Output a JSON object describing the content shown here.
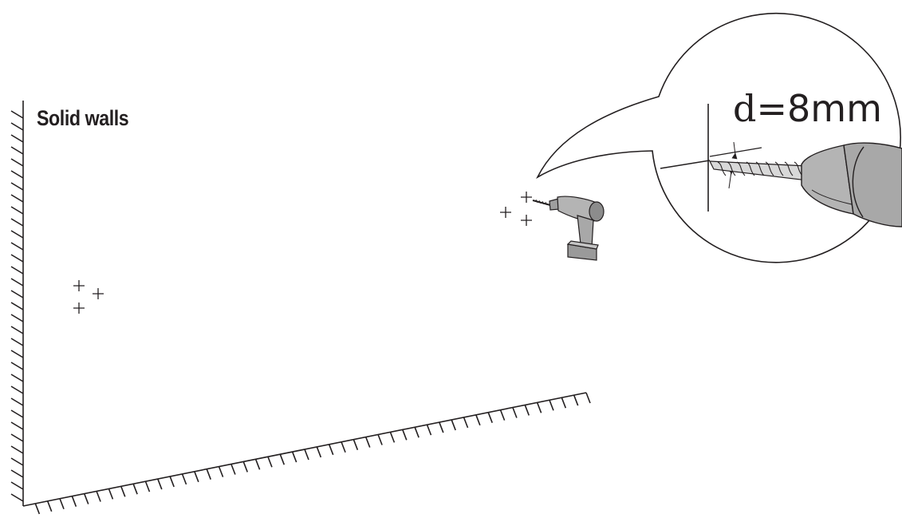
{
  "title": "Solid walls",
  "detail": {
    "diameter_symbol": "d",
    "diameter_value": "=8mm"
  },
  "icons": {
    "drill": "power-drill-icon",
    "marks": "drill-hole-mark-icon"
  },
  "colors": {
    "line": "#231f20",
    "drill_body": "#b4b4b4",
    "drill_shade": "#8c8c8c"
  }
}
